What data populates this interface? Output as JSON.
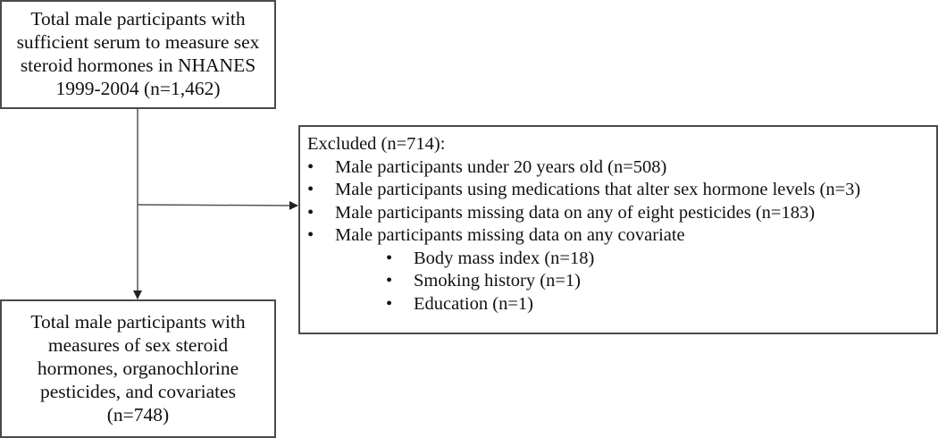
{
  "diagram": {
    "type": "flowchart",
    "top_box": {
      "lines": [
        "Total male participants with",
        "sufficient serum to measure sex",
        "steroid hormones in NHANES",
        "1999-2004 (n=1,462)"
      ]
    },
    "excluded_box": {
      "title": "Excluded (n=714):",
      "items": [
        "Male participants under 20 years old (n=508)",
        "Male participants using medications that alter sex hormone levels (n=3)",
        "Male participants missing data on any of eight pesticides (n=183)",
        "Male participants missing data on any covariate"
      ],
      "sub_items": [
        "Body mass index (n=18)",
        "Smoking history (n=1)",
        "Education (n=1)"
      ]
    },
    "bottom_box": {
      "lines": [
        "Total male participants with",
        "measures of sex steroid",
        "hormones, organochlorine",
        "pesticides, and covariates",
        "(n=748)"
      ]
    },
    "colors": {
      "border": "#4a4a4a",
      "text": "#111111",
      "background": "#ffffff"
    }
  }
}
